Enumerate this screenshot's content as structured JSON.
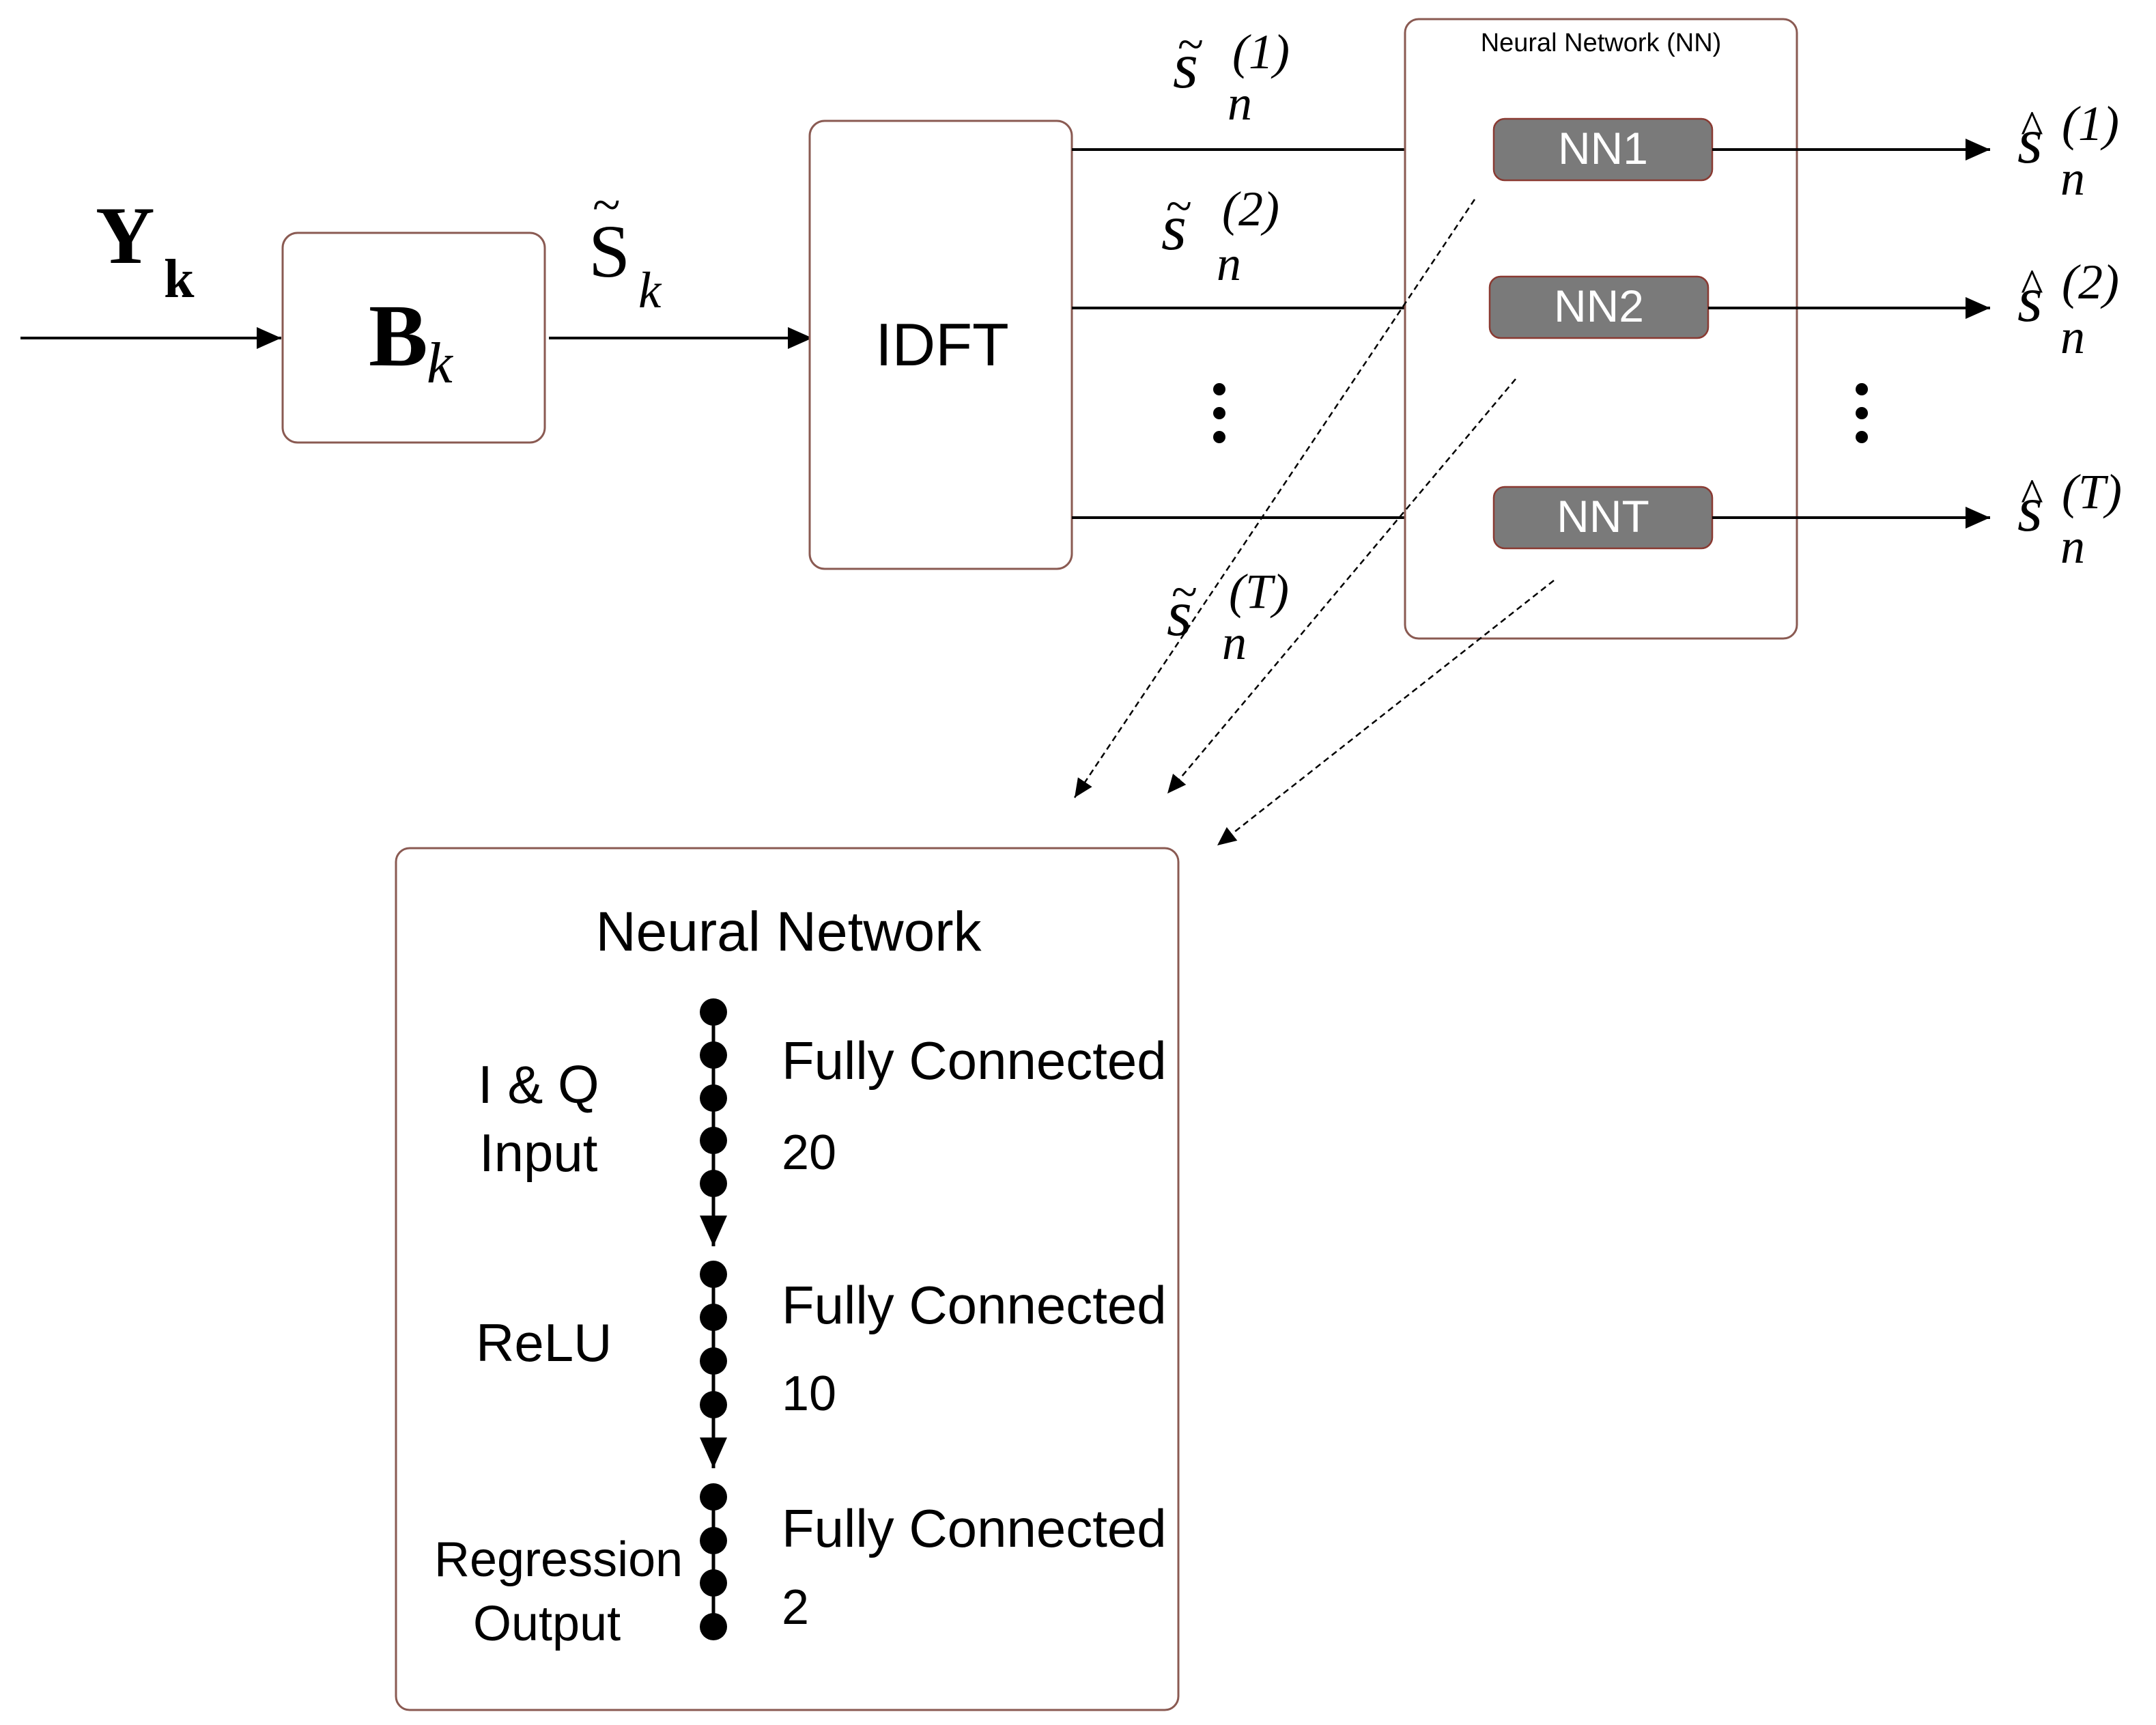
{
  "signals": {
    "input_symbol": "Y",
    "input_sub": "k",
    "block_symbol": "B",
    "block_sub": "k",
    "freq_symbol": "S",
    "freq_sub": "k",
    "tilde": "~",
    "hat": "^",
    "time_symbol": "s",
    "time_sub": "n",
    "branch_1": "(1)",
    "branch_2": "(2)",
    "branch_T": "(T)"
  },
  "blocks": {
    "idft": "IDFT",
    "nn_group_title": "Neural Network (NN)",
    "nn1": "NN1",
    "nn2": "NN2",
    "nnT": "NNT"
  },
  "detail": {
    "title": "Neural Network",
    "input_label_1": "I & Q",
    "input_label_2": "Input",
    "relu_label": "ReLU",
    "output_label_1": "Regression",
    "output_label_2": "Output",
    "layer1_type": "Fully Connected",
    "layer1_size": "20",
    "layer2_type": "Fully Connected",
    "layer2_size": "10",
    "layer3_type": "Fully Connected",
    "layer3_size": "2"
  }
}
